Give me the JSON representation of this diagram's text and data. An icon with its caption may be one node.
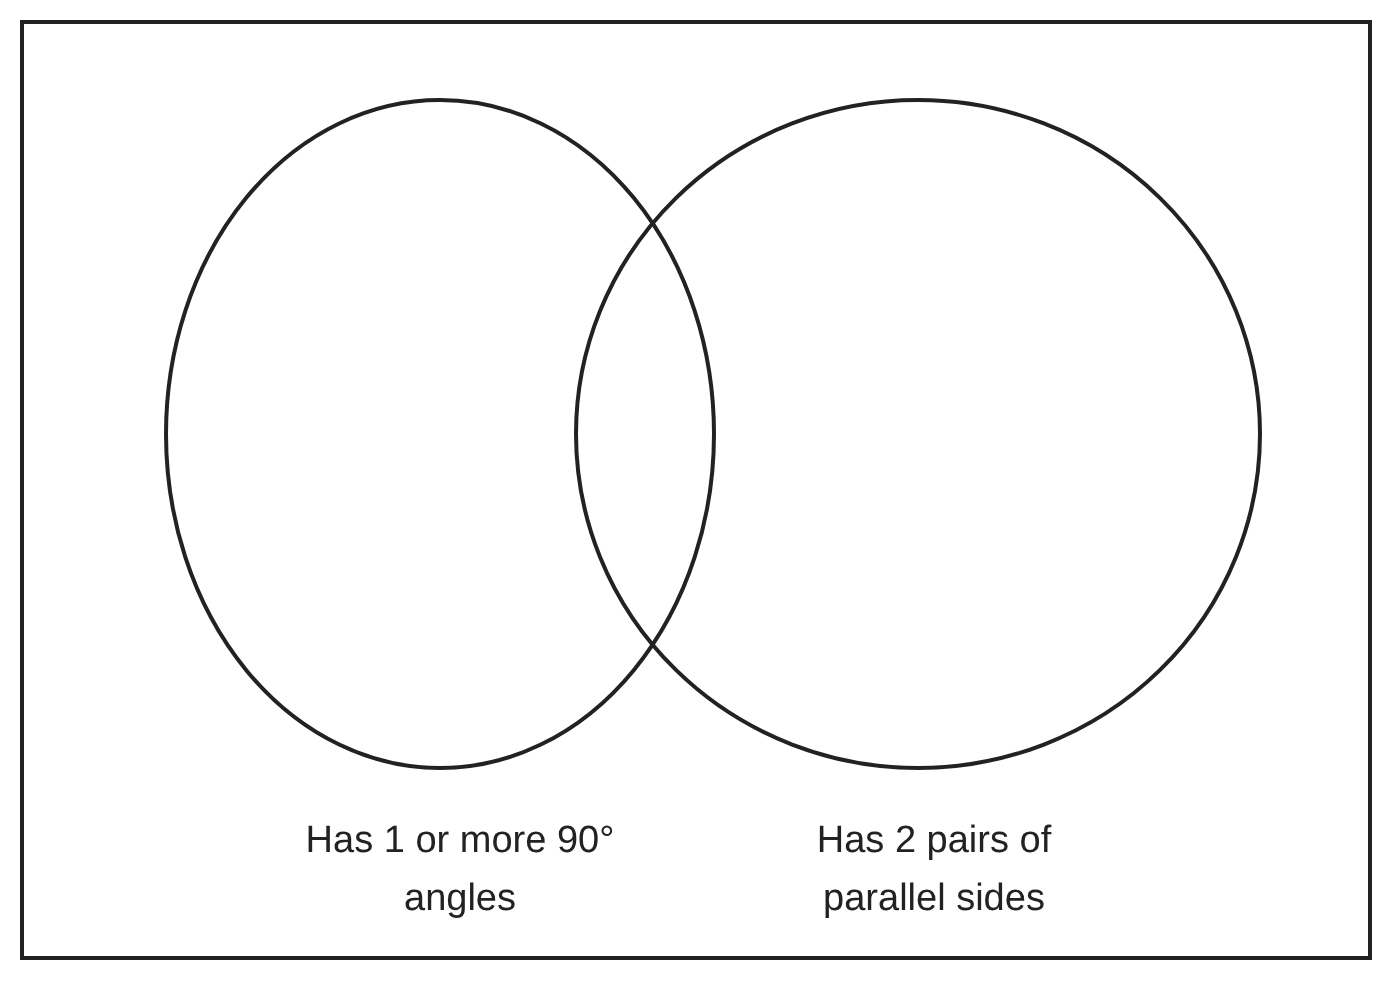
{
  "diagram": {
    "nodes": [
      {
        "text": [],
        "shape": "box"
      },
      {
        "text": [
          "Has 1 or more 90° angles"
        ],
        "in": 0
      },
      {
        "text": [
          "Has 2 pairs of parallel sides"
        ],
        "in": 0
      }
    ],
    "edges": []
  }
}
